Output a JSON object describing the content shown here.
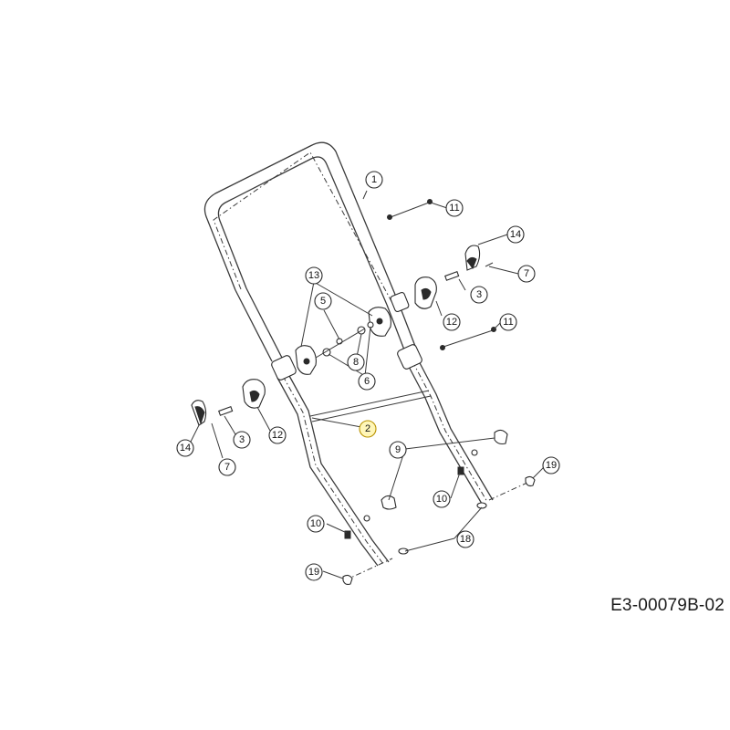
{
  "drawing_code": "E3-00079B-02",
  "callouts": [
    {
      "id": "c1",
      "label": "1"
    },
    {
      "id": "c2",
      "label": "2",
      "highlighted": true
    },
    {
      "id": "c3a",
      "label": "3"
    },
    {
      "id": "c3b",
      "label": "3"
    },
    {
      "id": "c5",
      "label": "5"
    },
    {
      "id": "c6",
      "label": "6"
    },
    {
      "id": "c7a",
      "label": "7"
    },
    {
      "id": "c7b",
      "label": "7"
    },
    {
      "id": "c8",
      "label": "8"
    },
    {
      "id": "c9",
      "label": "9"
    },
    {
      "id": "c10a",
      "label": "10"
    },
    {
      "id": "c10b",
      "label": "10"
    },
    {
      "id": "c11a",
      "label": "11"
    },
    {
      "id": "c11b",
      "label": "11"
    },
    {
      "id": "c12a",
      "label": "12"
    },
    {
      "id": "c12b",
      "label": "12"
    },
    {
      "id": "c13",
      "label": "13"
    },
    {
      "id": "c14a",
      "label": "14"
    },
    {
      "id": "c14b",
      "label": "14"
    },
    {
      "id": "c18",
      "label": "18"
    },
    {
      "id": "c19a",
      "label": "19"
    },
    {
      "id": "c19b",
      "label": "19"
    }
  ],
  "colors": {
    "line": "#2a2a2a",
    "highlight_fill": "#fff6b8",
    "highlight_stroke": "#b89200"
  }
}
